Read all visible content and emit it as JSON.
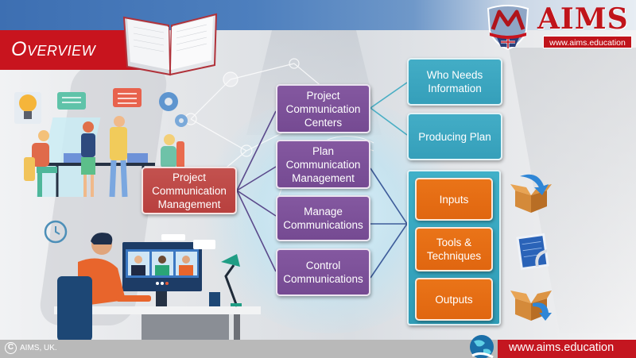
{
  "header": {
    "title": "Overview",
    "logo": {
      "brand": "AIMS",
      "url": "www.aims.education"
    }
  },
  "diagram": {
    "root": {
      "label": "Project Communication Management",
      "color": "#b8403e"
    },
    "processes": [
      {
        "label": "Project Communication Centers",
        "color": "#7a4d96"
      },
      {
        "label": "Plan Communication Management",
        "color": "#7a4d96"
      },
      {
        "label": "Manage Communications",
        "color": "#7a4d96"
      },
      {
        "label": "Control Communications",
        "color": "#7a4d96"
      }
    ],
    "centers_children": [
      {
        "label": "Who Needs Information",
        "color": "#3aa6bf"
      },
      {
        "label": "Producing Plan",
        "color": "#3aa6bf"
      }
    ],
    "process_elements": [
      {
        "label": "Inputs",
        "icon": "open-box-arrow-in-icon",
        "color": "#e56d14"
      },
      {
        "label": "Tools & Techniques",
        "icon": "blueprint-tool-icon",
        "color": "#e56d14"
      },
      {
        "label": "Outputs",
        "icon": "open-box-arrow-out-icon",
        "color": "#e56d14"
      }
    ],
    "connector_colors": {
      "root": "#5b4a8c",
      "centers": "#4aaec4",
      "elements": "#3e5c9a"
    }
  },
  "footer": {
    "copyright": "AIMS, UK.",
    "url": "www.aims.education"
  },
  "colors": {
    "brand_red": "#c8141e",
    "header_blue": "#4d7fbe",
    "footer_gray": "#b9b9b9"
  }
}
